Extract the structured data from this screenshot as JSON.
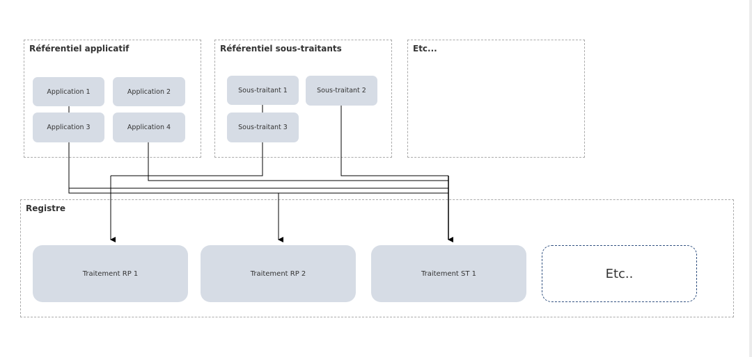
{
  "groups": {
    "referentiel_applicatif": "Référentiel applicatif",
    "referentiel_sous_traitants": "Référentiel sous-traitants",
    "etc": "Etc...",
    "registre": "Registre"
  },
  "applications": [
    "Application 1",
    "Application 2",
    "Application 3",
    "Application 4"
  ],
  "sous_traitants": [
    "Sous-traitant 1",
    "Sous-traitant 2",
    "Sous-traitant 3"
  ],
  "traitements": [
    "Traitement RP 1",
    "Traitement RP 2",
    "Traitement ST 1"
  ],
  "placeholder": "Etc..",
  "colors": {
    "node_fill": "#d6dce5",
    "group_border": "#a9a9a9",
    "placeholder_border": "#2f4f7f",
    "connector": "#000000"
  }
}
